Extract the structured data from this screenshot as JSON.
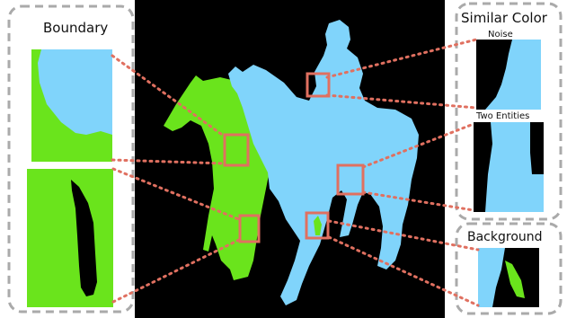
{
  "panels": {
    "boundary": {
      "title": "Boundary"
    },
    "similar_color": {
      "title": "Similar Color",
      "sub_labels": [
        "Noise",
        "Two Entities"
      ]
    },
    "background": {
      "title": "Background"
    }
  },
  "colors": {
    "blue_mask": "#80d4fb",
    "green_mask": "#6ae41c",
    "scene_background": "#000000",
    "highlight_box": "#e07060",
    "panel_border": "#aaaaaa"
  }
}
